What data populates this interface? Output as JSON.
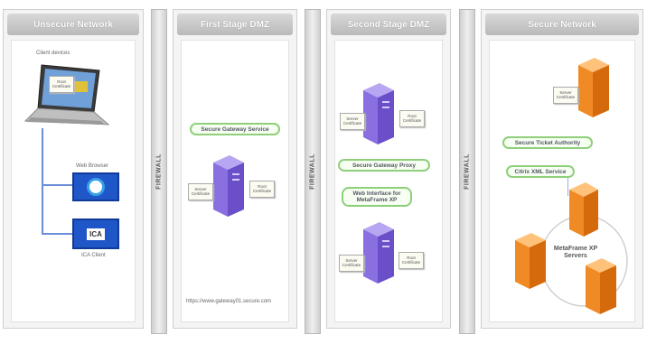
{
  "zones": {
    "unsecure": "Unsecure Network",
    "dmz1": "First Stage DMZ",
    "dmz2": "Second Stage DMZ",
    "secure": "Secure Network"
  },
  "firewall_label": "FIREWALL",
  "unsecure": {
    "client_devices": "Client devices",
    "web_browser": "Web Browser",
    "ica_client": "ICA Client",
    "ica_icon_text": "ICA",
    "cert": "Root Certificate"
  },
  "dmz1": {
    "secure_gateway_service": "Secure Gateway Service",
    "server_cert": "Server Certificate",
    "root_cert": "Root Certificate",
    "url": "https://www.gateway01.secure.com"
  },
  "dmz2": {
    "secure_gateway_proxy": "Secure Gateway Proxy",
    "web_interface": "Web Interface for MetaFrame XP",
    "server_cert": "Server Certificate",
    "root_cert": "Root Certificate"
  },
  "secure": {
    "cert": "Server Certificate",
    "sta": "Secure Ticket Authority",
    "xml": "Citrix XML Service",
    "metaframe": "MetaFrame XP Servers"
  },
  "colors": {
    "server_purple": "#8a6fe0",
    "server_orange": "#f08a24",
    "pill_border": "#8fcf7a"
  }
}
